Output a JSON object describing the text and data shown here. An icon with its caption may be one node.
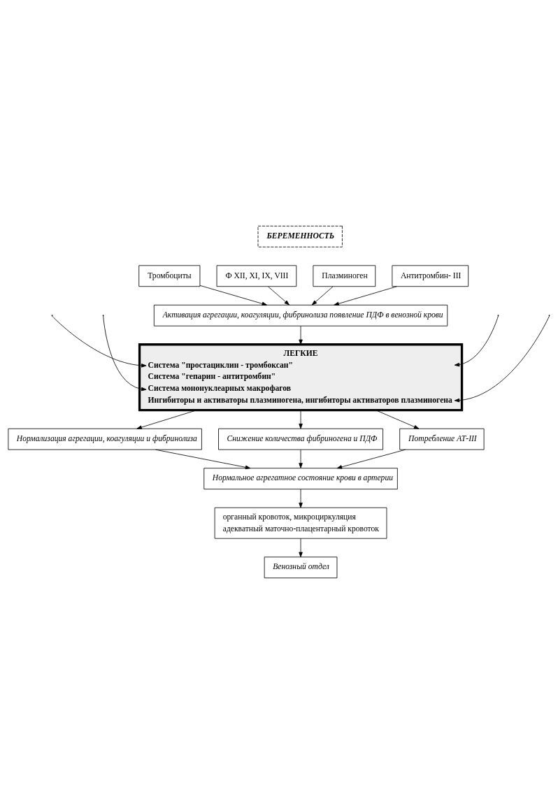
{
  "diagram": {
    "nodes": [
      {
        "text": [
          "БЕРЕМЕННОСТЬ"
        ]
      },
      {
        "text": [
          "Тромбоциты"
        ]
      },
      {
        "text": [
          "Ф XII, XI, IX, VIII"
        ]
      },
      {
        "text": [
          "Плазминоген"
        ]
      },
      {
        "text": [
          "Антитромбин- III"
        ]
      },
      {
        "text": [
          "Активация агрегации, коагуляции, фибринолиза появление ПДФ в венозной крови"
        ]
      },
      {
        "text": [
          "ЛЕГКИЕ",
          "Система \"простациклин - тромбоксан\"",
          "Система \"гепарин - антитромбин\"",
          "Система мононуклеарных макрофагов",
          "Ингибиторы и активаторы плазминогена, ингибиторы активаторов плазминогена"
        ]
      },
      {
        "text": [
          "Нормализация агрегации, коагуляции и фибринолиза"
        ]
      },
      {
        "text": [
          "Снижение количества фибриногена и ПДФ"
        ]
      },
      {
        "text": [
          "Потребление АТ-III"
        ]
      },
      {
        "text": [
          "Нормальное агрегатное состояние крови в артерии"
        ]
      },
      {
        "text": [
          "органный кровоток, микроциркуляция",
          "адекватный маточно-плацентарный кровоток"
        ]
      },
      {
        "text": [
          "Венозный отдел"
        ]
      }
    ],
    "edges": [
      {
        "from": 1,
        "to": 5,
        "arrow": "to"
      },
      {
        "from": 2,
        "to": 5,
        "arrow": "to"
      },
      {
        "from": 3,
        "to": 5,
        "arrow": "to"
      },
      {
        "from": 4,
        "to": 5,
        "arrow": "to"
      },
      {
        "from": 5,
        "to": 6,
        "arrow": "to"
      },
      {
        "from": null,
        "to": 6,
        "arrow": "to"
      },
      {
        "from": null,
        "to": 6,
        "arrow": "to"
      },
      {
        "from": null,
        "to": 6,
        "arrow": "to"
      },
      {
        "from": null,
        "to": 6,
        "arrow": "to"
      },
      {
        "from": 6,
        "to": 7,
        "arrow": "to"
      },
      {
        "from": 6,
        "to": 8,
        "arrow": "to"
      },
      {
        "from": 6,
        "to": 9,
        "arrow": "to"
      },
      {
        "from": 7,
        "to": 10,
        "arrow": "to"
      },
      {
        "from": 8,
        "to": 10,
        "arrow": "to"
      },
      {
        "from": 9,
        "to": 10,
        "arrow": "to"
      },
      {
        "from": 10,
        "to": 11,
        "arrow": "to"
      },
      {
        "from": 11,
        "to": 12,
        "arrow": "to"
      }
    ]
  }
}
